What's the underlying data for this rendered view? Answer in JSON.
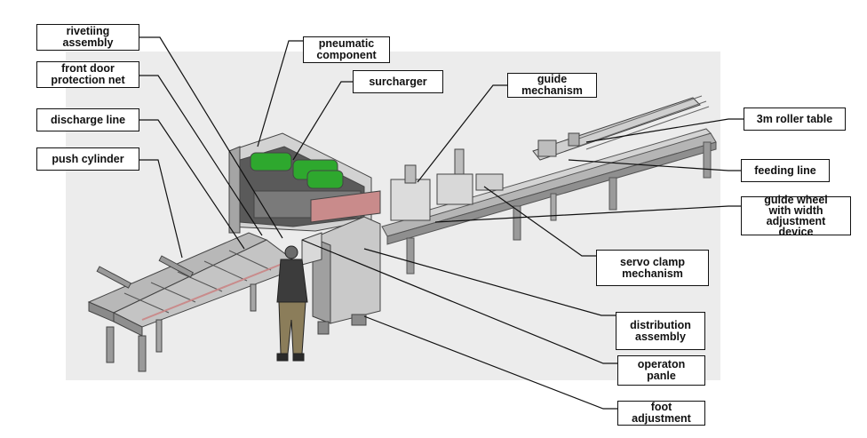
{
  "diagram": {
    "labels": {
      "riveting_assembly": "rivetiing\nassembly",
      "front_door_protection_net": "front door\nprotection net",
      "discharge_line": "discharge line",
      "push_cylinder": "push cylinder",
      "pneumatic_component": "pneumatic\ncomponent",
      "surcharger": "surcharger",
      "guide_mechanism": "guide\nmechanism",
      "roller_table": "3m roller table",
      "feeding_line": "feeding line",
      "guide_wheel": "guide wheel\nwith width\nadjustment\ndevice",
      "servo_clamp_mechanism": "servo clamp\nmechanism",
      "distribution_assembly": "distribution\nassembly",
      "operation_panel": "operaton\npanle",
      "foot_adjustment": "foot\nadjustment"
    },
    "colors": {
      "frame": "#8a8a8a",
      "cylinder_green": "#2ea82e",
      "cabinet": "#c9c9c9",
      "background_panel": "#ebebeb",
      "rivet_strip": "#c98b8b"
    }
  }
}
